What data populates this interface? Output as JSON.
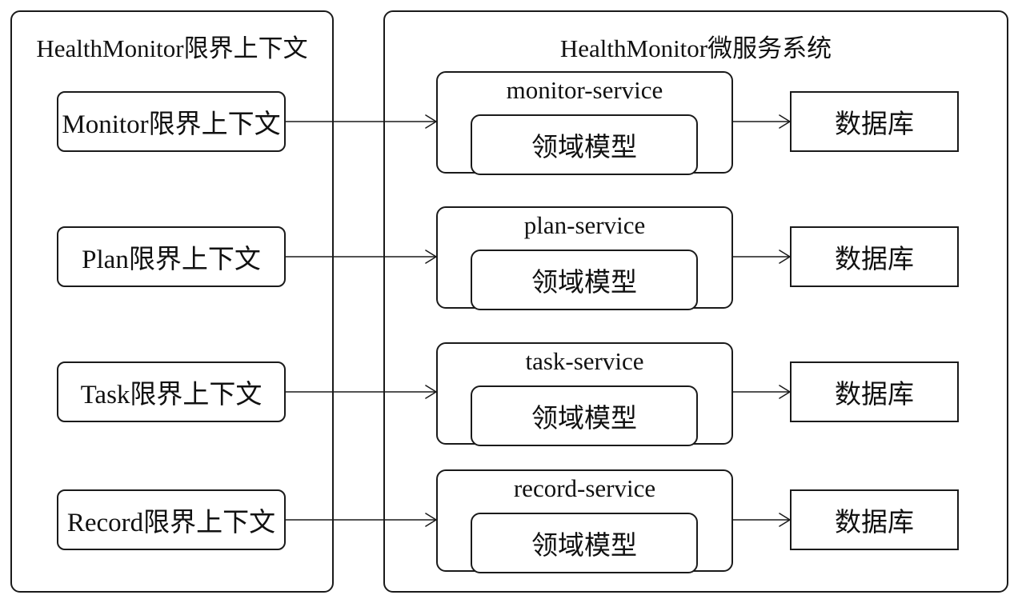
{
  "left_panel": {
    "title": "HealthMonitor限界上下文",
    "contexts": [
      "Monitor限界上下文",
      "Plan限界上下文",
      "Task限界上下文",
      "Record限界上下文"
    ]
  },
  "right_panel": {
    "title": "HealthMonitor微服务系统",
    "services": [
      {
        "name": "monitor-service",
        "model": "领域模型",
        "database": "数据库"
      },
      {
        "name": "plan-service",
        "model": "领域模型",
        "database": "数据库"
      },
      {
        "name": "task-service",
        "model": "领域模型",
        "database": "数据库"
      },
      {
        "name": "record-service",
        "model": "领域模型",
        "database": "数据库"
      }
    ]
  },
  "colors": {
    "stroke": "#1a1a1a",
    "background": "#ffffff"
  }
}
